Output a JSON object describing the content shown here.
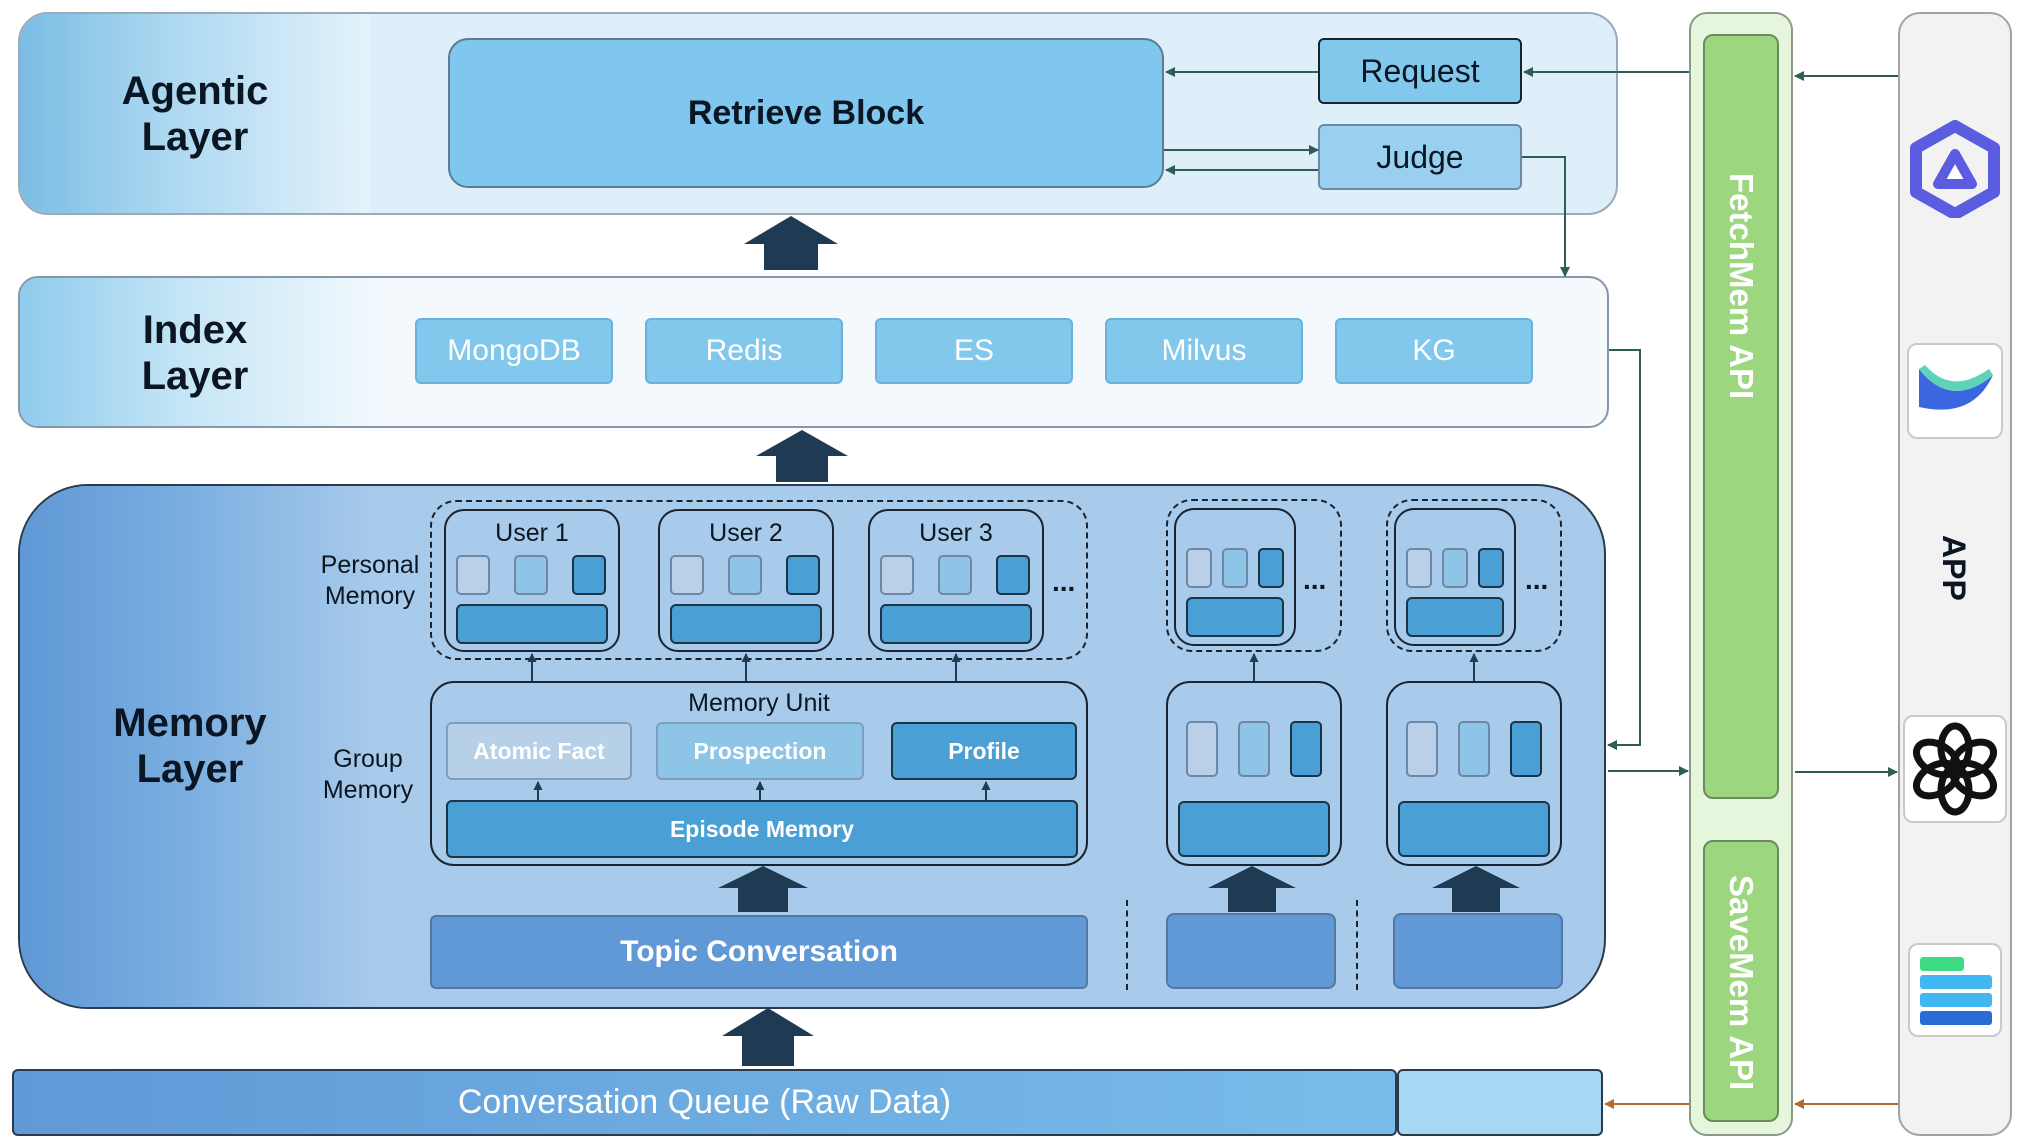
{
  "agentic_layer": {
    "title": "Agentic\nLayer",
    "retrieve_block": "Retrieve Block",
    "request": "Request",
    "judge": "Judge"
  },
  "index_layer": {
    "title": "Index\nLayer",
    "stores": [
      "MongoDB",
      "Redis",
      "ES",
      "Milvus",
      "KG"
    ]
  },
  "memory_layer": {
    "title": "Memory\nLayer",
    "personal_memory_label": "Personal\nMemory",
    "group_memory_label": "Group\nMemory",
    "users": [
      "User 1",
      "User 2",
      "User 3"
    ],
    "ellipsis": "...",
    "memory_unit_title": "Memory Unit",
    "atomic_fact": "Atomic Fact",
    "prospection": "Prospection",
    "profile": "Profile",
    "episode_memory": "Episode Memory",
    "topic_conversation": "Topic Conversation"
  },
  "conversation_queue": "Conversation Queue (Raw Data)",
  "apis": {
    "fetch": "FetchMem API",
    "save": "SaveMem API"
  },
  "app_panel": {
    "label": "APP",
    "icons": [
      "qwen-icon",
      "kimi-icon",
      "openai-icon",
      "feishu-icon"
    ]
  },
  "colors": {
    "arrow_dark": "#1f3b54",
    "connector": "#2f5e53",
    "save_arrow": "#b06a2c",
    "api_green": "#9cd67e",
    "memory_bg": "#a9cbeb"
  }
}
